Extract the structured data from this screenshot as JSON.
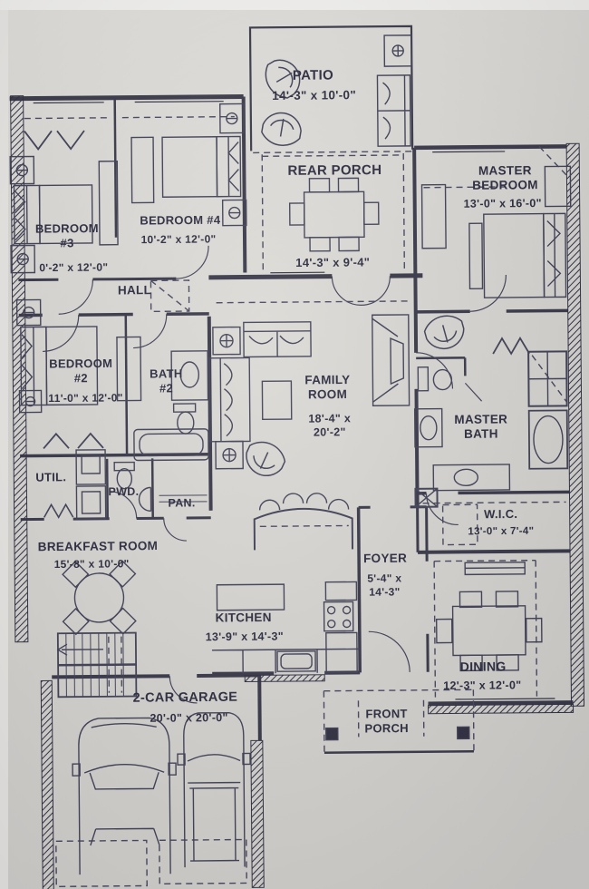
{
  "document_type": "residential floor plan",
  "colors": {
    "paper": "#d9d7d2",
    "ink": "#2a2a3c",
    "text": "#26263a"
  },
  "rooms": {
    "patio": {
      "name": "PATIO",
      "dims": "14'-3\" x 10'-0\""
    },
    "rear_porch": {
      "name": "REAR PORCH",
      "dims": "14'-3\" x 9'-4\""
    },
    "master_bedroom": {
      "name": "MASTER BEDROOM",
      "dims": "13'-0\" x 16'-0\""
    },
    "bedroom_4": {
      "name": "BEDROOM #4",
      "dims": "10'-2\" x 12'-0\""
    },
    "bedroom_3": {
      "name": "BEDROOM #3",
      "dims": "0'-2\" x 12'-0\""
    },
    "hall": {
      "name": "HALL"
    },
    "bedroom_2": {
      "name": "BEDROOM #2",
      "dims": "11'-0\" x 12'-0\""
    },
    "bath_2": {
      "name": "BATH #2"
    },
    "family_room": {
      "name": "FAMILY ROOM",
      "dims": "18'-4\" x 20'-2\""
    },
    "master_bath": {
      "name": "MASTER BATH"
    },
    "utility": {
      "name": "UTIL."
    },
    "powder": {
      "name": "PWD."
    },
    "pantry": {
      "name": "PAN."
    },
    "wic": {
      "name": "W.I.C.",
      "dims": "13'-0\" x 7'-4\""
    },
    "breakfast_room": {
      "name": "BREAKFAST ROOM",
      "dims": "15'-8\" x 10'-0\""
    },
    "foyer": {
      "name": "FOYER",
      "dims": "5'-4\" x 14'-3\""
    },
    "kitchen": {
      "name": "KITCHEN",
      "dims": "13'-9\" x 14'-3\""
    },
    "dining": {
      "name": "DINING",
      "dims": "12'-3\" x 12'-0\""
    },
    "garage": {
      "name": "2-CAR GARAGE",
      "dims": "20'-0\" x 20'-0\""
    },
    "front_porch": {
      "name": "FRONT PORCH"
    }
  }
}
